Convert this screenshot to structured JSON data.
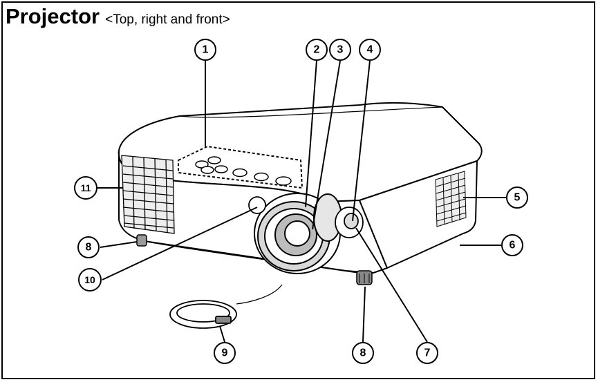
{
  "title": {
    "main": "Projector",
    "sub": "<Top, right and front>"
  },
  "callouts": [
    "1",
    "2",
    "3",
    "4",
    "5",
    "6",
    "7",
    "8",
    "8",
    "9",
    "10",
    "11"
  ]
}
